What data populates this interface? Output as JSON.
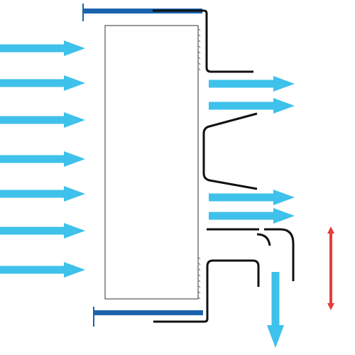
{
  "diagram": {
    "colors": {
      "airflow": "#3ec1ea",
      "frame": "#1b63ad",
      "outline": "#111111",
      "panel_edge": "#555555",
      "motion": "#e63c3c",
      "background": "#ffffff"
    },
    "elements": [
      {
        "name": "inlet-airflow-arrow",
        "count": 7,
        "direction": "right"
      },
      {
        "name": "filter-panel",
        "count": 1
      },
      {
        "name": "frame-channel",
        "count": 2,
        "position": "top-and-bottom"
      },
      {
        "name": "outlet-airflow-arrow",
        "count": 4,
        "direction": "right"
      },
      {
        "name": "discharge-airflow-arrow",
        "count": 1,
        "direction": "down"
      },
      {
        "name": "motion-arrow",
        "count": 1,
        "direction": "up-and-down"
      }
    ]
  }
}
